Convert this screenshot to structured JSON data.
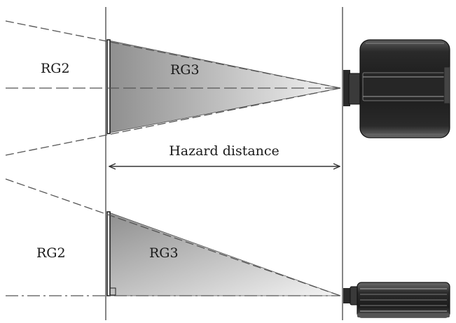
{
  "labels": {
    "top_outer_zone": "RG2",
    "top_inner_zone": "RG3",
    "hazard_distance": "Hazard distance",
    "bottom_outer_zone": "RG2",
    "bottom_inner_zone": "RG3"
  },
  "colors": {
    "line": "#333333",
    "cone_dark": "#8f8f8f",
    "cone_light": "#f4f4f4",
    "projector_dark": "#1c1c1c",
    "projector_mid": "#4a4a4a",
    "projector_light": "#9a9a9a",
    "background": "#ffffff"
  }
}
